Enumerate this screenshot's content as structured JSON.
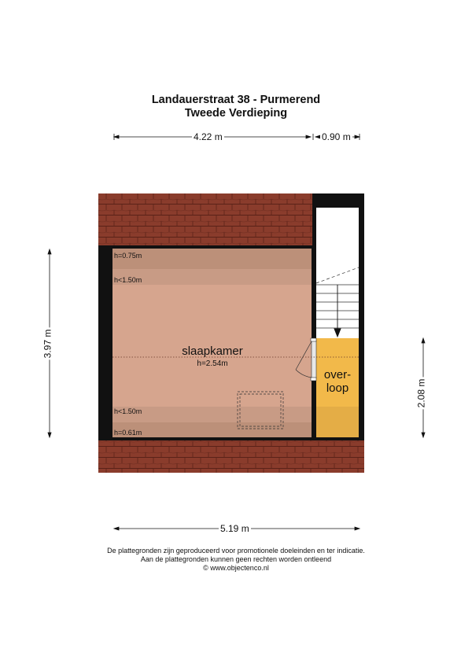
{
  "header": {
    "address": "Landauerstraat 38 - Purmerend",
    "floor": "Tweede Verdieping"
  },
  "dimensions": {
    "top_left": "4.22 m",
    "top_right": "0.90 m",
    "left": "3.97 m",
    "right": "2.08 m",
    "bottom": "5.19 m"
  },
  "rooms": {
    "bedroom_name": "slaapkamer",
    "bedroom_height": "h=2.54m",
    "landing_line1": "over-",
    "landing_line2": "loop"
  },
  "heights": {
    "top_outer": "h=0.75m",
    "top_inner": "h<1.50m",
    "bottom_inner": "h<1.50m",
    "bottom_outer": "h=0.61m"
  },
  "footer": {
    "line1": "De plattegronden zijn geproduceerd voor promotionele doeleinden en ter indicatie.",
    "line2": "Aan de plattegronden kunnen geen rechten worden ontleend",
    "line3": "© www.objectenco.nl"
  },
  "colors": {
    "roof_tile": "#8a3c2c",
    "roof_line": "#5a2218",
    "wall": "#111111",
    "room_center": "#d6a58e",
    "room_low": "#c89b85",
    "room_edge": "#bc9079",
    "landing": "#f2b94a",
    "landing_low": "#e4ad46"
  }
}
